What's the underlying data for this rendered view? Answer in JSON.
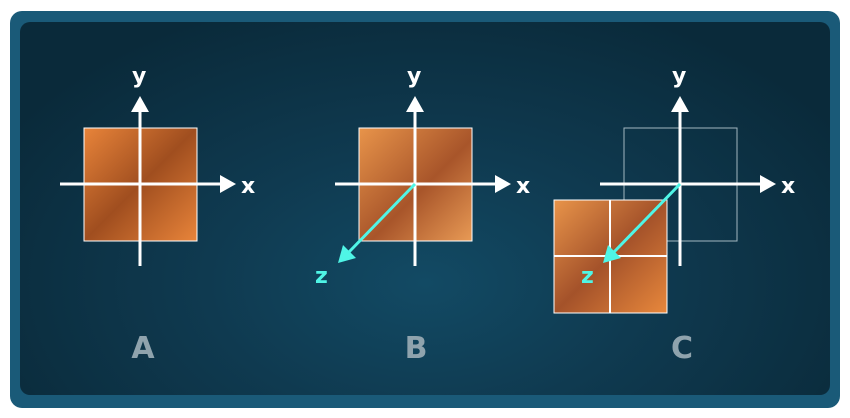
{
  "colors": {
    "axis": "#ffffff",
    "z_axis": "#4ff5e6",
    "square_light": "#e8843a",
    "square_dark": "#a04e1f",
    "panel_label": "#8fa3ad"
  },
  "axes": {
    "x_label": "x",
    "y_label": "y",
    "z_label": "z"
  },
  "panels": [
    {
      "label": "A"
    },
    {
      "label": "B"
    },
    {
      "label": "C"
    }
  ]
}
